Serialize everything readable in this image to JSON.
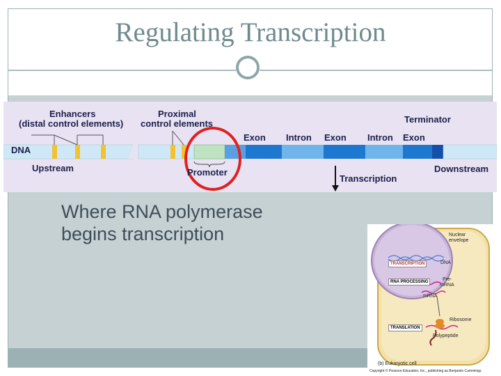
{
  "slide": {
    "title": "Regulating Transcription",
    "body_text_line1": "Where RNA polymerase",
    "body_text_line2": "begins transcription"
  },
  "gene_diagram": {
    "enhancers_line1": "Enhancers",
    "enhancers_line2": "(distal control elements)",
    "proximal_line1": "Proximal",
    "proximal_line2": "control elements",
    "dna": "DNA",
    "upstream": "Upstream",
    "promoter": "Promoter",
    "exon1": "Exon",
    "intron1": "Intron",
    "exon2": "Exon",
    "intron2": "Intron",
    "exon3": "Exon",
    "terminator": "Terminator",
    "downstream": "Downstream",
    "transcription": "Transcription",
    "highlight_color": "#e02020"
  },
  "cell_figure": {
    "nuclear_envelope_line1": "Nuclear",
    "nuclear_envelope_line2": "envelope",
    "transcription_box": "TRANSCRIPTION",
    "dna": "DNA",
    "rna_processing_box": "RNA PROCESSING",
    "pre_mrna_line1": "Pre-",
    "pre_mrna_line2": "mRNA",
    "mrna": "mRNA",
    "ribosome": "Ribosome",
    "translation_box": "TRANSLATION",
    "polypeptide": "Polypeptide",
    "caption": "(b) Eukaryotic cell",
    "copyright": "Copyright © Pearson Education, Inc., publishing as Benjamin Cummings."
  }
}
